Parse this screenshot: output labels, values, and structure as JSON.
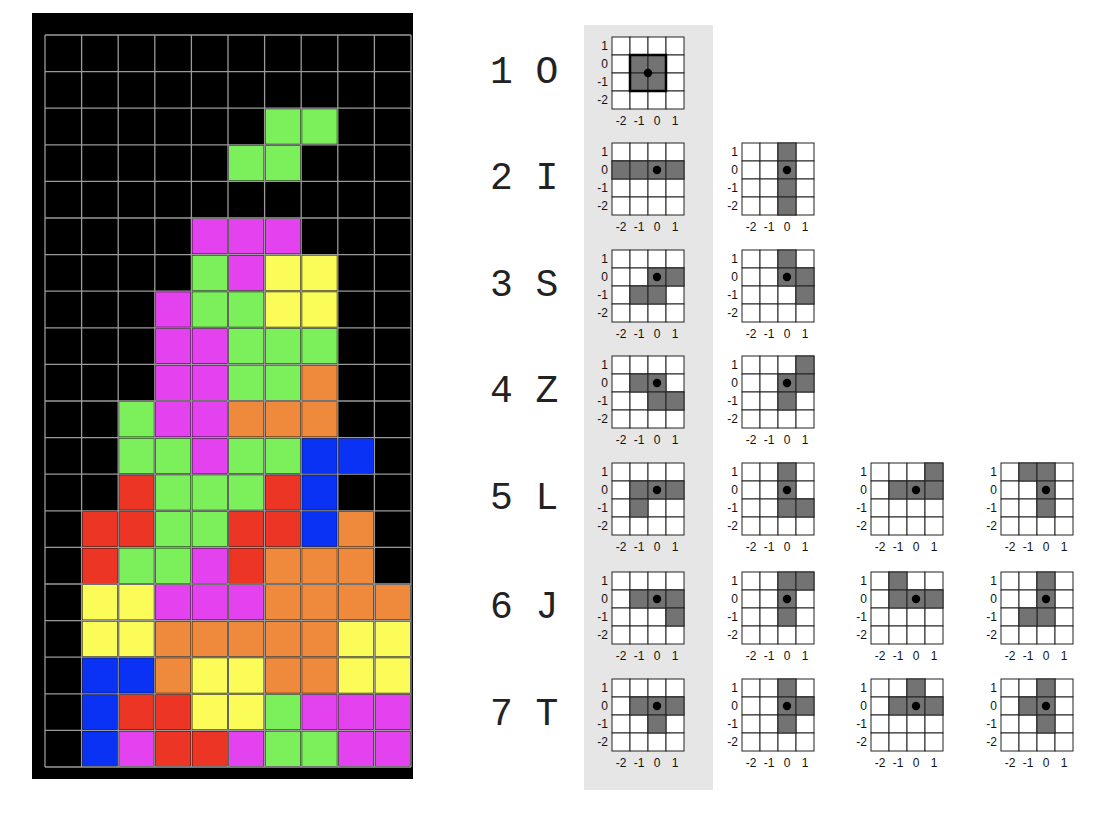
{
  "diagram": {
    "labels": [
      "1 O",
      "1",
      "0",
      "-1",
      "-2",
      "-2",
      "-1",
      "0",
      "1",
      "2 I",
      "1",
      "0",
      "-1",
      "-2",
      "-2",
      "-1",
      "0",
      "1",
      "1",
      "0",
      "-1",
      "-2",
      "-2",
      "-1",
      "0",
      "1",
      "3 S",
      "1",
      "0",
      "-1",
      "-2",
      "-2",
      "-1",
      "0",
      "1",
      "1",
      "0",
      "-1",
      "-2",
      "-2",
      "-1",
      "0",
      "1",
      "4 Z",
      "1",
      "0",
      "-1",
      "-2",
      "-2",
      "-1",
      "0",
      "1",
      "1",
      "0",
      "-1",
      "-2",
      "-2",
      "-1",
      "0",
      "1",
      "5 L",
      "1",
      "0",
      "-1",
      "-2",
      "-2",
      "-1",
      "0",
      "1",
      "1",
      "0",
      "-1",
      "-2",
      "-2",
      "-1",
      "0",
      "1",
      "1",
      "0",
      "-1",
      "-2",
      "-2",
      "-1",
      "0",
      "1",
      "1",
      "0",
      "-1",
      "-2",
      "-2",
      "-1",
      "0",
      "1",
      "6 J",
      "1",
      "0",
      "-1",
      "-2",
      "-2",
      "-1",
      "0",
      "1",
      "1",
      "0",
      "-1",
      "-2",
      "-2",
      "-1",
      "0",
      "1",
      "1",
      "0",
      "-1",
      "-2",
      "-2",
      "-1",
      "0",
      "1",
      "1",
      "0",
      "-1",
      "-2",
      "-2",
      "-1",
      "0",
      "1",
      "7 T",
      "1",
      "0",
      "-1",
      "-2",
      "-2",
      "-1",
      "0",
      "1",
      "1",
      "0",
      "-1",
      "-2",
      "-2",
      "-1",
      "0",
      "1",
      "1",
      "0",
      "-1",
      "-2",
      "-2",
      "-1",
      "0",
      "1",
      "1",
      "0",
      "-1",
      "-2",
      "-2",
      "-1",
      "0",
      "1"
    ]
  }
}
